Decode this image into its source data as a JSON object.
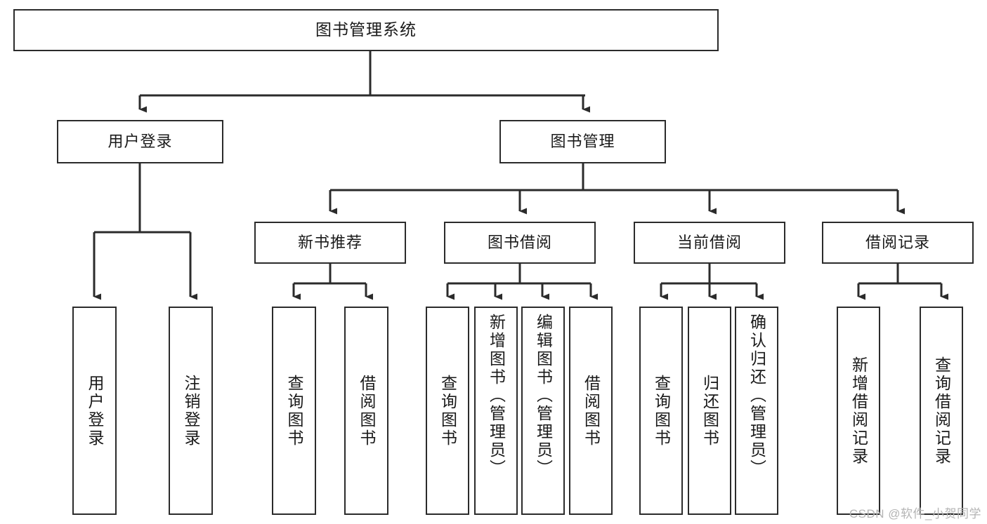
{
  "diagram": {
    "type": "hierarchy-tree",
    "title": "图书管理系统",
    "watermark": "CSDN @软件_小贺同学",
    "colors": {
      "node_border": "#2b2b2b",
      "node_fill": "#ffffff",
      "connector": "#2b2b2b",
      "text": "#1a1a1a",
      "watermark": "#b4b4b4",
      "background": "#ffffff"
    },
    "levels": {
      "root": "图书管理系统",
      "level2": [
        "用户登录",
        "图书管理"
      ],
      "level3": [
        "新书推荐",
        "图书借阅",
        "当前借阅",
        "借阅记录"
      ]
    },
    "nodes": {
      "root": {
        "label": "图书管理系统"
      },
      "user_login": {
        "label": "用户登录"
      },
      "book_manage": {
        "label": "图书管理"
      },
      "new_book_rec": {
        "label": "新书推荐"
      },
      "book_borrow": {
        "label": "图书借阅"
      },
      "current_borrow": {
        "label": "当前借阅"
      },
      "borrow_record": {
        "label": "借阅记录"
      },
      "leaf_user_login": {
        "label": "用户登录"
      },
      "leaf_user_logout": {
        "label": "注销登录"
      },
      "leaf_query_book_1": {
        "label": "查询图书"
      },
      "leaf_borrow_book_1": {
        "label": "借阅图书"
      },
      "leaf_query_book_2": {
        "label": "查询图书"
      },
      "leaf_add_book_admin": {
        "label": "新增图书（管理员）"
      },
      "leaf_edit_book_admin": {
        "label": "编辑图书（管理员）"
      },
      "leaf_borrow_book_2": {
        "label": "借阅图书"
      },
      "leaf_query_book_3": {
        "label": "查询图书"
      },
      "leaf_return_book": {
        "label": "归还图书"
      },
      "leaf_confirm_return_admin": {
        "label": "确认归还（管理员）"
      },
      "leaf_add_record": {
        "label": "新增借阅记录"
      },
      "leaf_query_record": {
        "label": "查询借阅记录"
      }
    },
    "edges": [
      {
        "from": "root",
        "to": "user_login"
      },
      {
        "from": "root",
        "to": "book_manage"
      },
      {
        "from": "user_login",
        "to": "leaf_user_login"
      },
      {
        "from": "user_login",
        "to": "leaf_user_logout"
      },
      {
        "from": "book_manage",
        "to": "new_book_rec"
      },
      {
        "from": "book_manage",
        "to": "book_borrow"
      },
      {
        "from": "book_manage",
        "to": "current_borrow"
      },
      {
        "from": "book_manage",
        "to": "borrow_record"
      },
      {
        "from": "new_book_rec",
        "to": "leaf_query_book_1"
      },
      {
        "from": "new_book_rec",
        "to": "leaf_borrow_book_1"
      },
      {
        "from": "book_borrow",
        "to": "leaf_query_book_2"
      },
      {
        "from": "book_borrow",
        "to": "leaf_add_book_admin"
      },
      {
        "from": "book_borrow",
        "to": "leaf_edit_book_admin"
      },
      {
        "from": "book_borrow",
        "to": "leaf_borrow_book_2"
      },
      {
        "from": "current_borrow",
        "to": "leaf_query_book_3"
      },
      {
        "from": "current_borrow",
        "to": "leaf_return_book"
      },
      {
        "from": "current_borrow",
        "to": "leaf_confirm_return_admin"
      },
      {
        "from": "borrow_record",
        "to": "leaf_add_record"
      },
      {
        "from": "borrow_record",
        "to": "leaf_query_record"
      }
    ]
  }
}
